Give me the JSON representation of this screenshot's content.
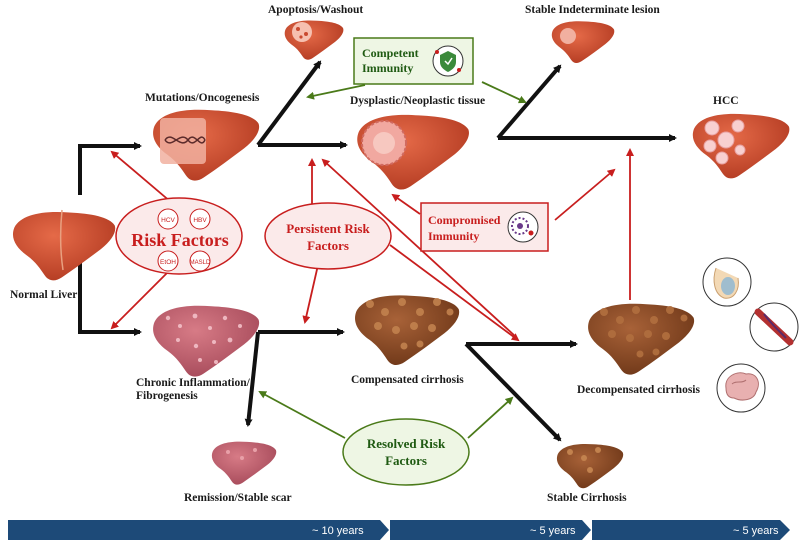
{
  "stages": {
    "normal_liver": "Normal Liver",
    "mutations": "Mutations/Oncogenesis",
    "chronic_inflammation_1": "Chronic Inflammation/",
    "chronic_inflammation_2": "Fibrogenesis",
    "apoptosis": "Apoptosis/Washout",
    "dysplastic": "Dysplastic/Neoplastic tissue",
    "stable_indeterminate": "Stable Indeterminate lesion",
    "hcc": "HCC",
    "compensated": "Compensated cirrhosis",
    "decompensated": "Decompensated cirrhosis",
    "remission": "Remission/Stable scar",
    "stable_cirrhosis": "Stable Cirrhosis"
  },
  "risk_factors": {
    "title": "Risk Factors",
    "items": [
      "HCV",
      "HBV",
      "EtOH",
      "MASLD"
    ]
  },
  "persistent_risk": {
    "line1": "Persistent Risk",
    "line2": "Factors"
  },
  "resolved_risk": {
    "line1": "Resolved Risk",
    "line2": "Factors"
  },
  "competent_immunity": {
    "line1": "Competent",
    "line2": "Immunity"
  },
  "compromised_immunity": {
    "line1": "Compromised",
    "line2": "Immunity"
  },
  "timeline": [
    "~ 10 years",
    "~ 5 years",
    "~ 5 years"
  ],
  "colors": {
    "arrow_black": "#111111",
    "arrow_red": "#c81e1e",
    "arrow_green": "#4a7a19",
    "timeline": "#1d4a78",
    "liver": "#c94a30",
    "cirrhosis": "#8a4a24"
  }
}
